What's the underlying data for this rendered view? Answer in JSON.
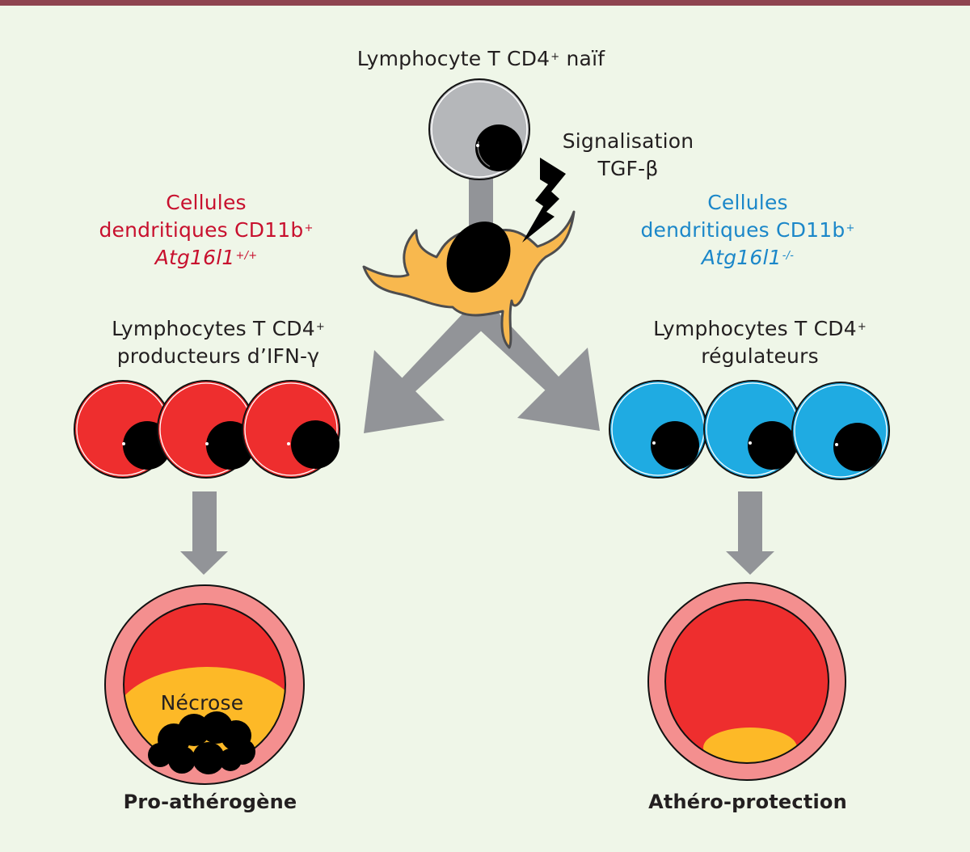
{
  "title_naive": {
    "text": "Lymphocyte T CD4",
    "sup": "+",
    "suffix": " naïf"
  },
  "signal": {
    "line1": "Signalisation",
    "line2": "TGF-β"
  },
  "left_dc": {
    "line1": "Cellules",
    "line2": "dendritiques CD11b",
    "line2_sup": "+",
    "line3": "Atg16l1",
    "line3_sup": "+/+",
    "color": "#c8102e"
  },
  "right_dc": {
    "line1": "Cellules",
    "line2": "dendritiques CD11b",
    "line2_sup": "+",
    "line3": "Atg16l1",
    "line3_sup": "-/-",
    "color": "#1b87c9"
  },
  "left_lymph": {
    "line1": "Lymphocytes T CD4",
    "line1_sup": "+",
    "line2": "producteurs d’IFN-γ"
  },
  "right_lymph": {
    "line1": "Lymphocytes T CD4",
    "line1_sup": "+",
    "line2": "régulateurs"
  },
  "left_vessel": {
    "label": "Nécrose",
    "outcome": "Pro-athérogène"
  },
  "right_vessel": {
    "outcome": "Athéro-protection"
  },
  "colors": {
    "background": "#eff6e8",
    "top_bar": "#8e4450",
    "naive_cell": "#b5b7ba",
    "dendritic_cell": "#f8b84e",
    "th1_cell": "#ee2e2e",
    "treg_cell": "#1fabe2",
    "arrow": "#929498",
    "vessel_wall": "#f48f8f",
    "lumen": "#ee2e2e",
    "plaque": "#fdb927"
  }
}
